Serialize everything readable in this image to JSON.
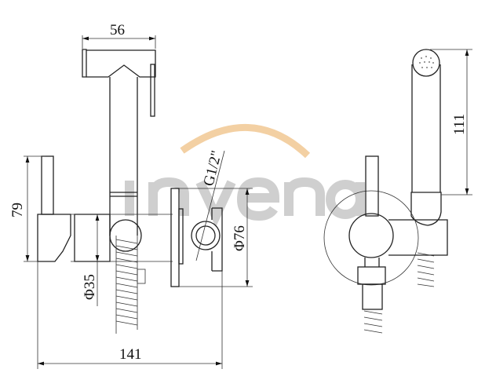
{
  "watermark": {
    "text": "invena",
    "arc_color": "#f0c48c",
    "text_color": "#bdbdbd"
  },
  "dimensions": {
    "head_width": "56",
    "lever_height": "79",
    "body_diameter": "Φ35",
    "thread": "G1/2\"",
    "flange_diameter": "Φ76",
    "total_length": "141",
    "handset_length": "111"
  }
}
